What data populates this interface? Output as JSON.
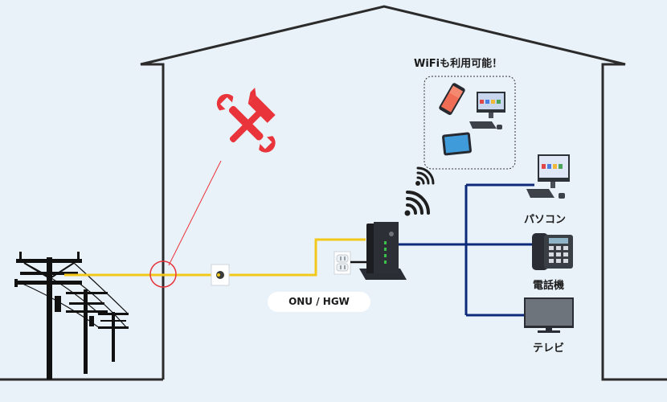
{
  "labels": {
    "wifi_caption": "WiFiも利用可能！",
    "pc": "パソコン",
    "telephone": "電話機",
    "tv": "テレビ",
    "onu_hgw": "ONU / HGW"
  },
  "colors": {
    "background": "#eaf2f9",
    "house_outline": "#2b2b2b",
    "fiber_line": "#f2c81b",
    "lan_line": "#0d2a7a",
    "repair_icon": "#e8343a",
    "wifi_icon": "#1f1f1f"
  },
  "icons": {
    "repair": "hammer-wrench-icon",
    "wifi": "wifi-signal-icon",
    "power_pole": "utility-pole-icon",
    "outlet": "optical-outlet-icon",
    "router": "onu-router-icon"
  }
}
